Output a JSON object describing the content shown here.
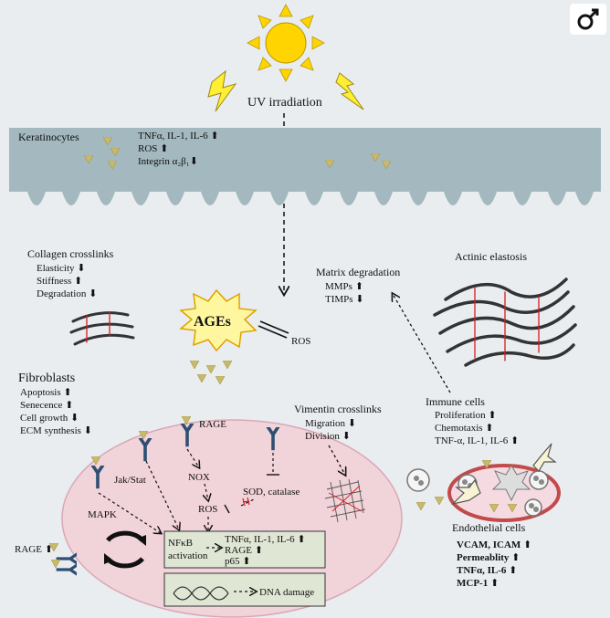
{
  "uv": {
    "label": "UV irradiation"
  },
  "keratinocytes": {
    "title": "Keratinocytes",
    "lines": [
      "TNFα,  IL-1, IL-6 ⬆",
      "ROS ⬆",
      "Integrin α₂β₁⬇"
    ]
  },
  "collagen": {
    "title": "Collagen crosslinks",
    "lines": [
      "Elasticity ⬇",
      "Stiffness ⬆",
      "Degradation ⬇"
    ]
  },
  "ages": {
    "label": "AGEs",
    "ros": "ROS"
  },
  "matrix": {
    "title": "Matrix degradation",
    "lines": [
      "MMPs ⬆",
      "TIMPs ⬇"
    ]
  },
  "actinic": {
    "title": "Actinic elastosis"
  },
  "fibroblasts": {
    "title": "Fibroblasts",
    "lines": [
      "Apoptosis ⬆",
      "Senecence ⬆",
      "Cell growth ⬇",
      "ECM synthesis ⬇"
    ]
  },
  "vimentin": {
    "title": "Vimentin crosslinks",
    "lines": [
      "Migration ⬇",
      "Division ⬇"
    ]
  },
  "immune": {
    "title": "Immune cells",
    "lines": [
      "Proliferation ⬆",
      "Chemotaxis ⬆",
      "TNF-α, IL-1, IL-6 ⬆"
    ]
  },
  "cell": {
    "rage": "RAGE",
    "jak": "Jak/Stat",
    "mapk": "MAPK",
    "nox": "NOX",
    "ros": "ROS",
    "sod": "SOD, catalase",
    "rage_up": "RAGE ⬆",
    "nfkb": [
      "NFκB",
      "activation"
    ],
    "outputs": [
      "TNFα,  IL-1, IL-6 ⬆",
      "RAGE ⬆",
      "p65 ⬆"
    ],
    "dna": "DNA damage"
  },
  "endothelial": {
    "title": "Endothelial cells",
    "lines": [
      "VCAM, ICAM ⬆",
      "Permeablity ⬆",
      "TNFα,  IL-6 ⬆",
      "MCP-1 ⬆"
    ]
  },
  "colors": {
    "background": "#e9edf0",
    "keratinocyte": "#9fb4bb",
    "cell": "#f1d3da",
    "sun": "#ffd400",
    "ages_burst": "#fff7a0",
    "box": "#dfe6d4",
    "receptor": "#3a5a7a",
    "ligand": "#c9b96a"
  },
  "icons": [
    "sun-icon",
    "lightning-icon",
    "gender-icon",
    "receptor-icon"
  ]
}
